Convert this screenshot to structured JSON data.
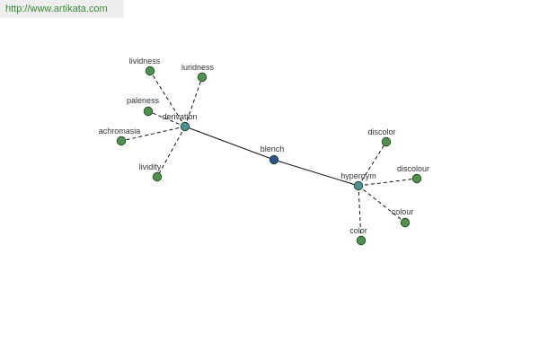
{
  "source": {
    "text": "http://www.artikata.com"
  },
  "graph": {
    "center": {
      "id": "blench",
      "label": "blench"
    },
    "relations": [
      {
        "id": "derivation",
        "label": "derivation",
        "words": [
          "lividness",
          "luridness",
          "paleness",
          "achromasia",
          "lividity"
        ]
      },
      {
        "id": "hypernym",
        "label": "hypernym",
        "words": [
          "discolor",
          "discolour",
          "colour",
          "color"
        ]
      }
    ]
  },
  "colors": {
    "center_node": "#2f4f8f",
    "relation_node": "#4f8f8f",
    "word_node": "#4f8f4f"
  }
}
